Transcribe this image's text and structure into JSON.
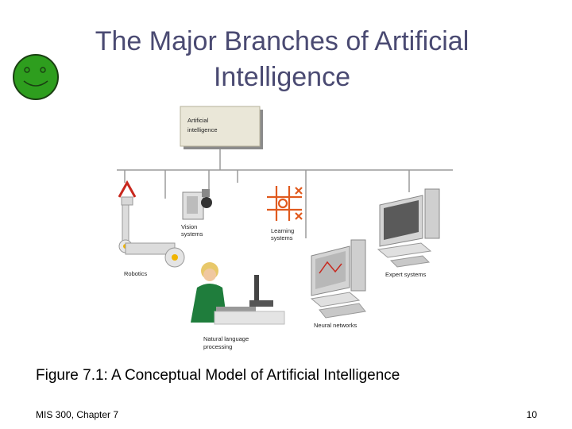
{
  "slide": {
    "title_line1": "The Major Branches of Artificial",
    "title_line2": "Intelligence",
    "caption": "Figure 7.1: A Conceptual Model of Artificial Intelligence",
    "footer_left": "MIS 300, Chapter 7",
    "page_number": "10"
  },
  "diagram": {
    "root_line1": "Artificial",
    "root_line2": "intelligence",
    "branches": {
      "vision_line1": "Vision",
      "vision_line2": "systems",
      "learning_line1": "Learning",
      "learning_line2": "systems",
      "robotics": "Robotics",
      "expert": "Expert systems",
      "neural": "Neural networks",
      "nlp_line1": "Natural language",
      "nlp_line2": "processing"
    }
  },
  "colors": {
    "title": "#4a4a72",
    "smiley": "#2e9e1e",
    "root_box": "#eae7d8"
  }
}
